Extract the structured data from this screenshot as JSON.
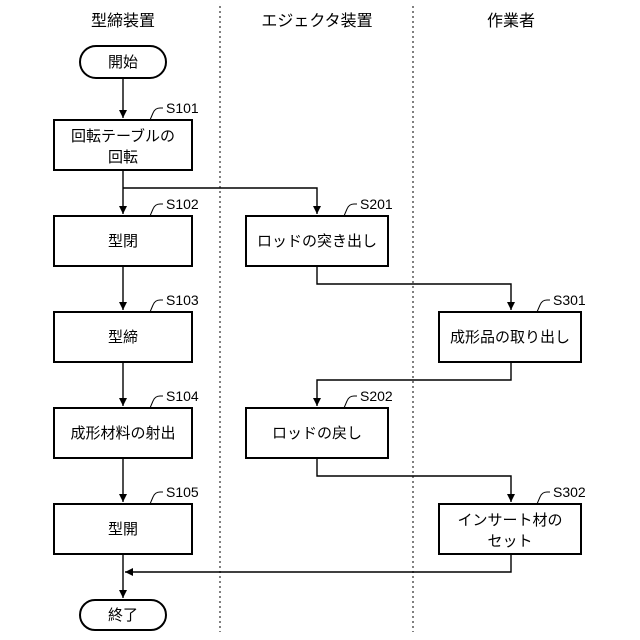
{
  "lanes": {
    "mold_clamping": "型締装置",
    "ejector": "エジェクタ装置",
    "worker": "作業者"
  },
  "terminals": {
    "start": "開始",
    "end": "終了"
  },
  "steps": {
    "s101": {
      "label": "S101",
      "line1": "回転テーブルの",
      "line2": "回転"
    },
    "s102": {
      "label": "S102",
      "text": "型閉"
    },
    "s103": {
      "label": "S103",
      "text": "型締"
    },
    "s104": {
      "label": "S104",
      "text": "成形材料の射出"
    },
    "s105": {
      "label": "S105",
      "text": "型開"
    },
    "s201": {
      "label": "S201",
      "text": "ロッドの突き出し"
    },
    "s202": {
      "label": "S202",
      "text": "ロッドの戻し"
    },
    "s301": {
      "label": "S301",
      "text": "成形品の取り出し"
    },
    "s302": {
      "label": "S302",
      "line1": "インサート材の",
      "line2": "セット"
    }
  }
}
